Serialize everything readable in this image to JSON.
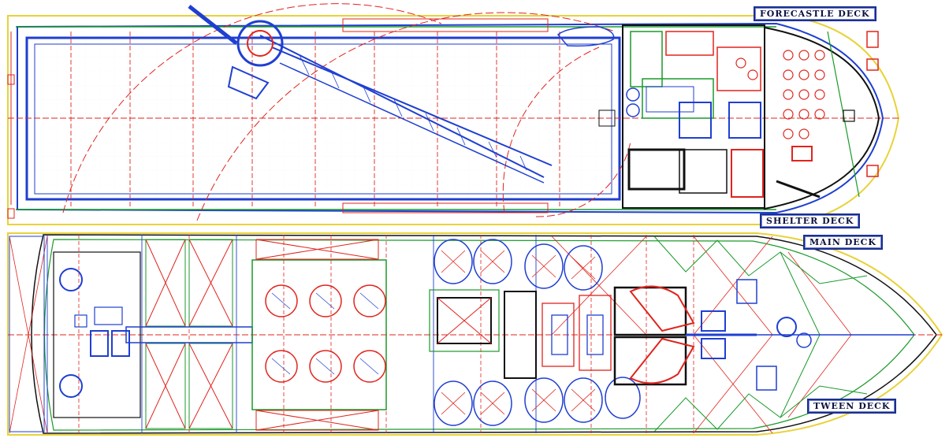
{
  "deck_labels": {
    "forecastle": "FORECASTLE DECK",
    "shelter": "SHELTER DECK",
    "main": "MAIN DECK",
    "tween": "TWEEN DECK"
  },
  "colors": {
    "blue": "#1f3fd1",
    "red": "#e0241d",
    "green": "#1a9a2a",
    "yellow": "#e8d23a",
    "black": "#111111",
    "label_border": "#1c2f8f"
  }
}
